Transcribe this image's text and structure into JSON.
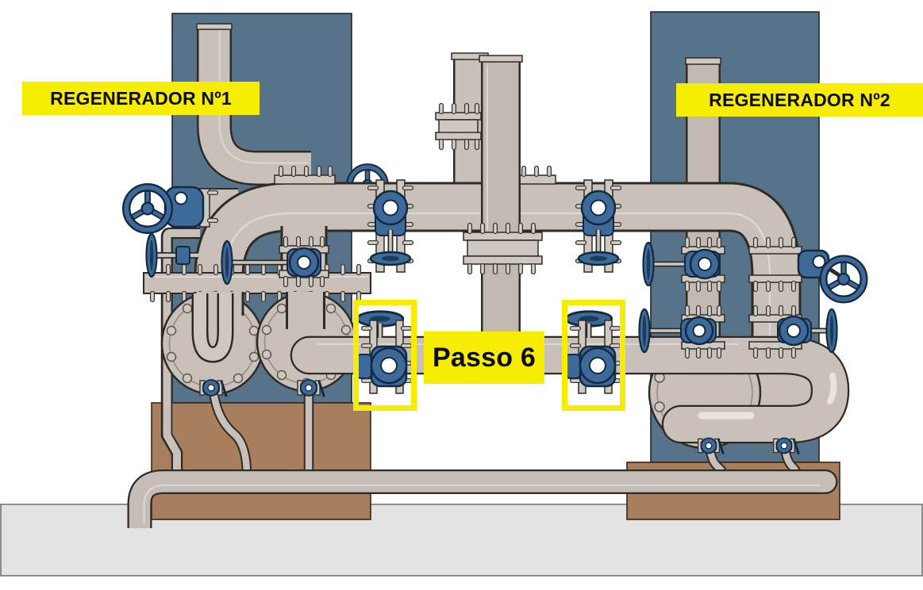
{
  "labels": {
    "regenerator_1": "REGENERADOR Nº1",
    "regenerator_2": "REGENERADOR Nº2",
    "step": "Passo 6"
  },
  "highlights": {
    "step_number": 6,
    "highlighted_valves": [
      "step-valve-left",
      "step-valve-right"
    ]
  },
  "colors": {
    "highlight_yellow": "#F7ED00",
    "vessel_teal": "#56738A",
    "pipe_gray": "#C9C1B9",
    "valve_blue": "#3D6A99",
    "platform_brown": "#A87E5C",
    "ground_gray": "#E3E3E3",
    "outline_dark": "#2E2A26",
    "label_text": "#0A0A0A"
  }
}
